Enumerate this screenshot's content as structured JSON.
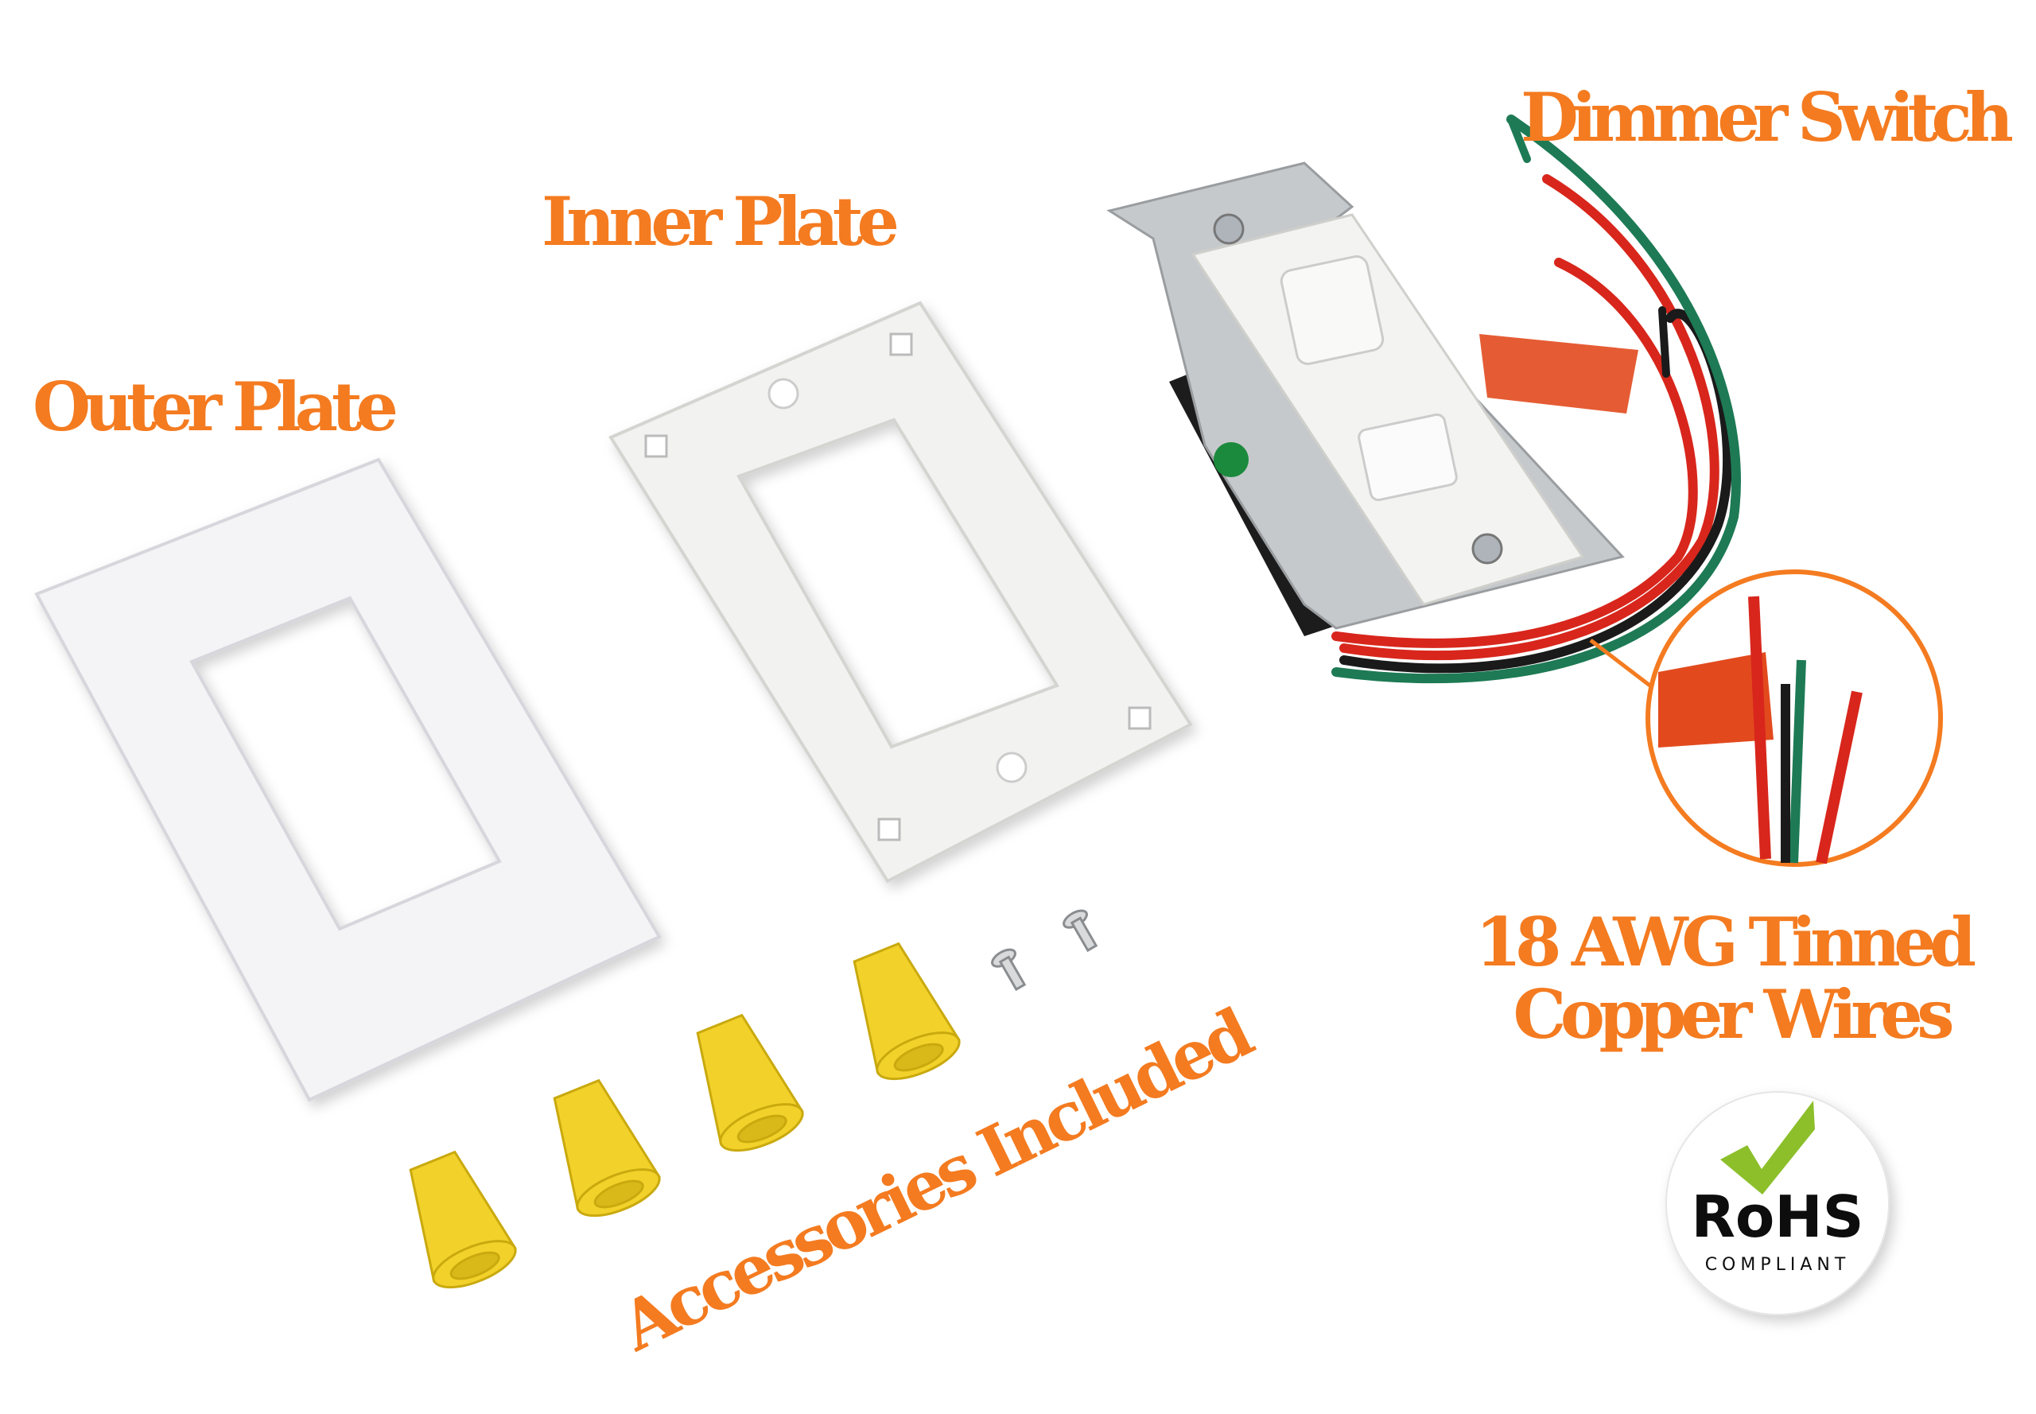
{
  "labels": {
    "dimmer_switch": "Dimmer Switch",
    "inner_plate": "Inner Plate",
    "outer_plate": "Outer Plate",
    "wires_line1": "18 AWG Tinned",
    "wires_line2": "Copper Wires",
    "accessories": "Accessories Included"
  },
  "badge": {
    "title": "RoHS",
    "subtitle": "COMPLIANT",
    "check_color": "#8cbf2b"
  },
  "colors": {
    "accent": "#f47b20",
    "wire_red": "#d8261c",
    "wire_green": "#1d7a55",
    "wire_black": "#1a1a1a",
    "wire_nut": "#f2d22a"
  }
}
